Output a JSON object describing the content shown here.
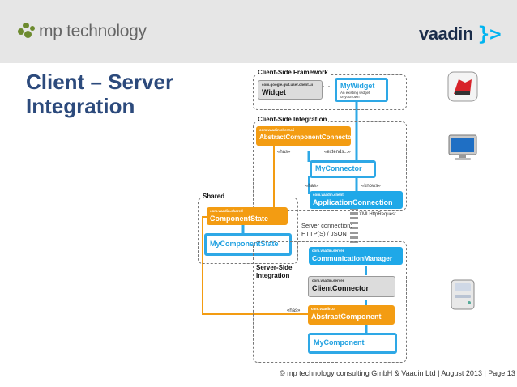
{
  "header": {
    "company": "mp technology",
    "partner": "vaadin",
    "partner_mark": "}>"
  },
  "slide": {
    "title_line1": "Client – Server",
    "title_line2": "Integration",
    "footer": "© mp technology  consulting GmbH & Vaadin Ltd | August 2013 | Page 13"
  },
  "diagram": {
    "areas": {
      "client_framework": "Client-Side Framework",
      "client_integration": "Client-Side Integration",
      "shared": "Shared",
      "server_integration_1": "Server-Side",
      "server_integration_2": "Integration"
    },
    "boxes": {
      "widget": {
        "pkg": "com.google.gwt.user.client.ui",
        "name": "Widget"
      },
      "mywidget": {
        "name": "MyWidget",
        "note1": "An existing widget",
        "note2": "or your own"
      },
      "abstract_connector": {
        "pkg": "com.vaadin.client.ui",
        "name": "AbstractComponentConnector"
      },
      "myconnector": {
        "name": "MyConnector"
      },
      "app_connection": {
        "pkg": "com.vaadin.client",
        "name": "ApplicationConnection"
      },
      "component_state": {
        "pkg": "com.vaadin.shared",
        "name": "ComponentState"
      },
      "mycomponent_state": {
        "name": "MyComponentState"
      },
      "comm_manager": {
        "pkg": "com.vaadin.server",
        "name": "CommunicationManager"
      },
      "client_connector": {
        "pkg": "com.vaadin.server",
        "name": "ClientConnector"
      },
      "abstract_component": {
        "pkg": "com.vaadin.ui",
        "name": "AbstractComponent"
      },
      "mycomponent": {
        "name": "MyComponent"
      }
    },
    "labels": {
      "has1": "«has»",
      "extends": "«extends...»",
      "has2": "«has»",
      "knows": "«knows»",
      "xmlhttp": "XMLHttpRequest",
      "server_conn_1": "Server connection:",
      "server_conn_2": "HTTP(S) / JSON",
      "has3": "«has»",
      "dots": "- . -"
    }
  },
  "icons": [
    "red-app-icon",
    "monitor-icon",
    "server-icon"
  ],
  "colors": {
    "orange": "#f39c12",
    "blue": "#1fa8e8",
    "title": "#2c4a7c",
    "mp_green": "#6d8b2f",
    "vaadin_blue": "#00b4f0"
  }
}
